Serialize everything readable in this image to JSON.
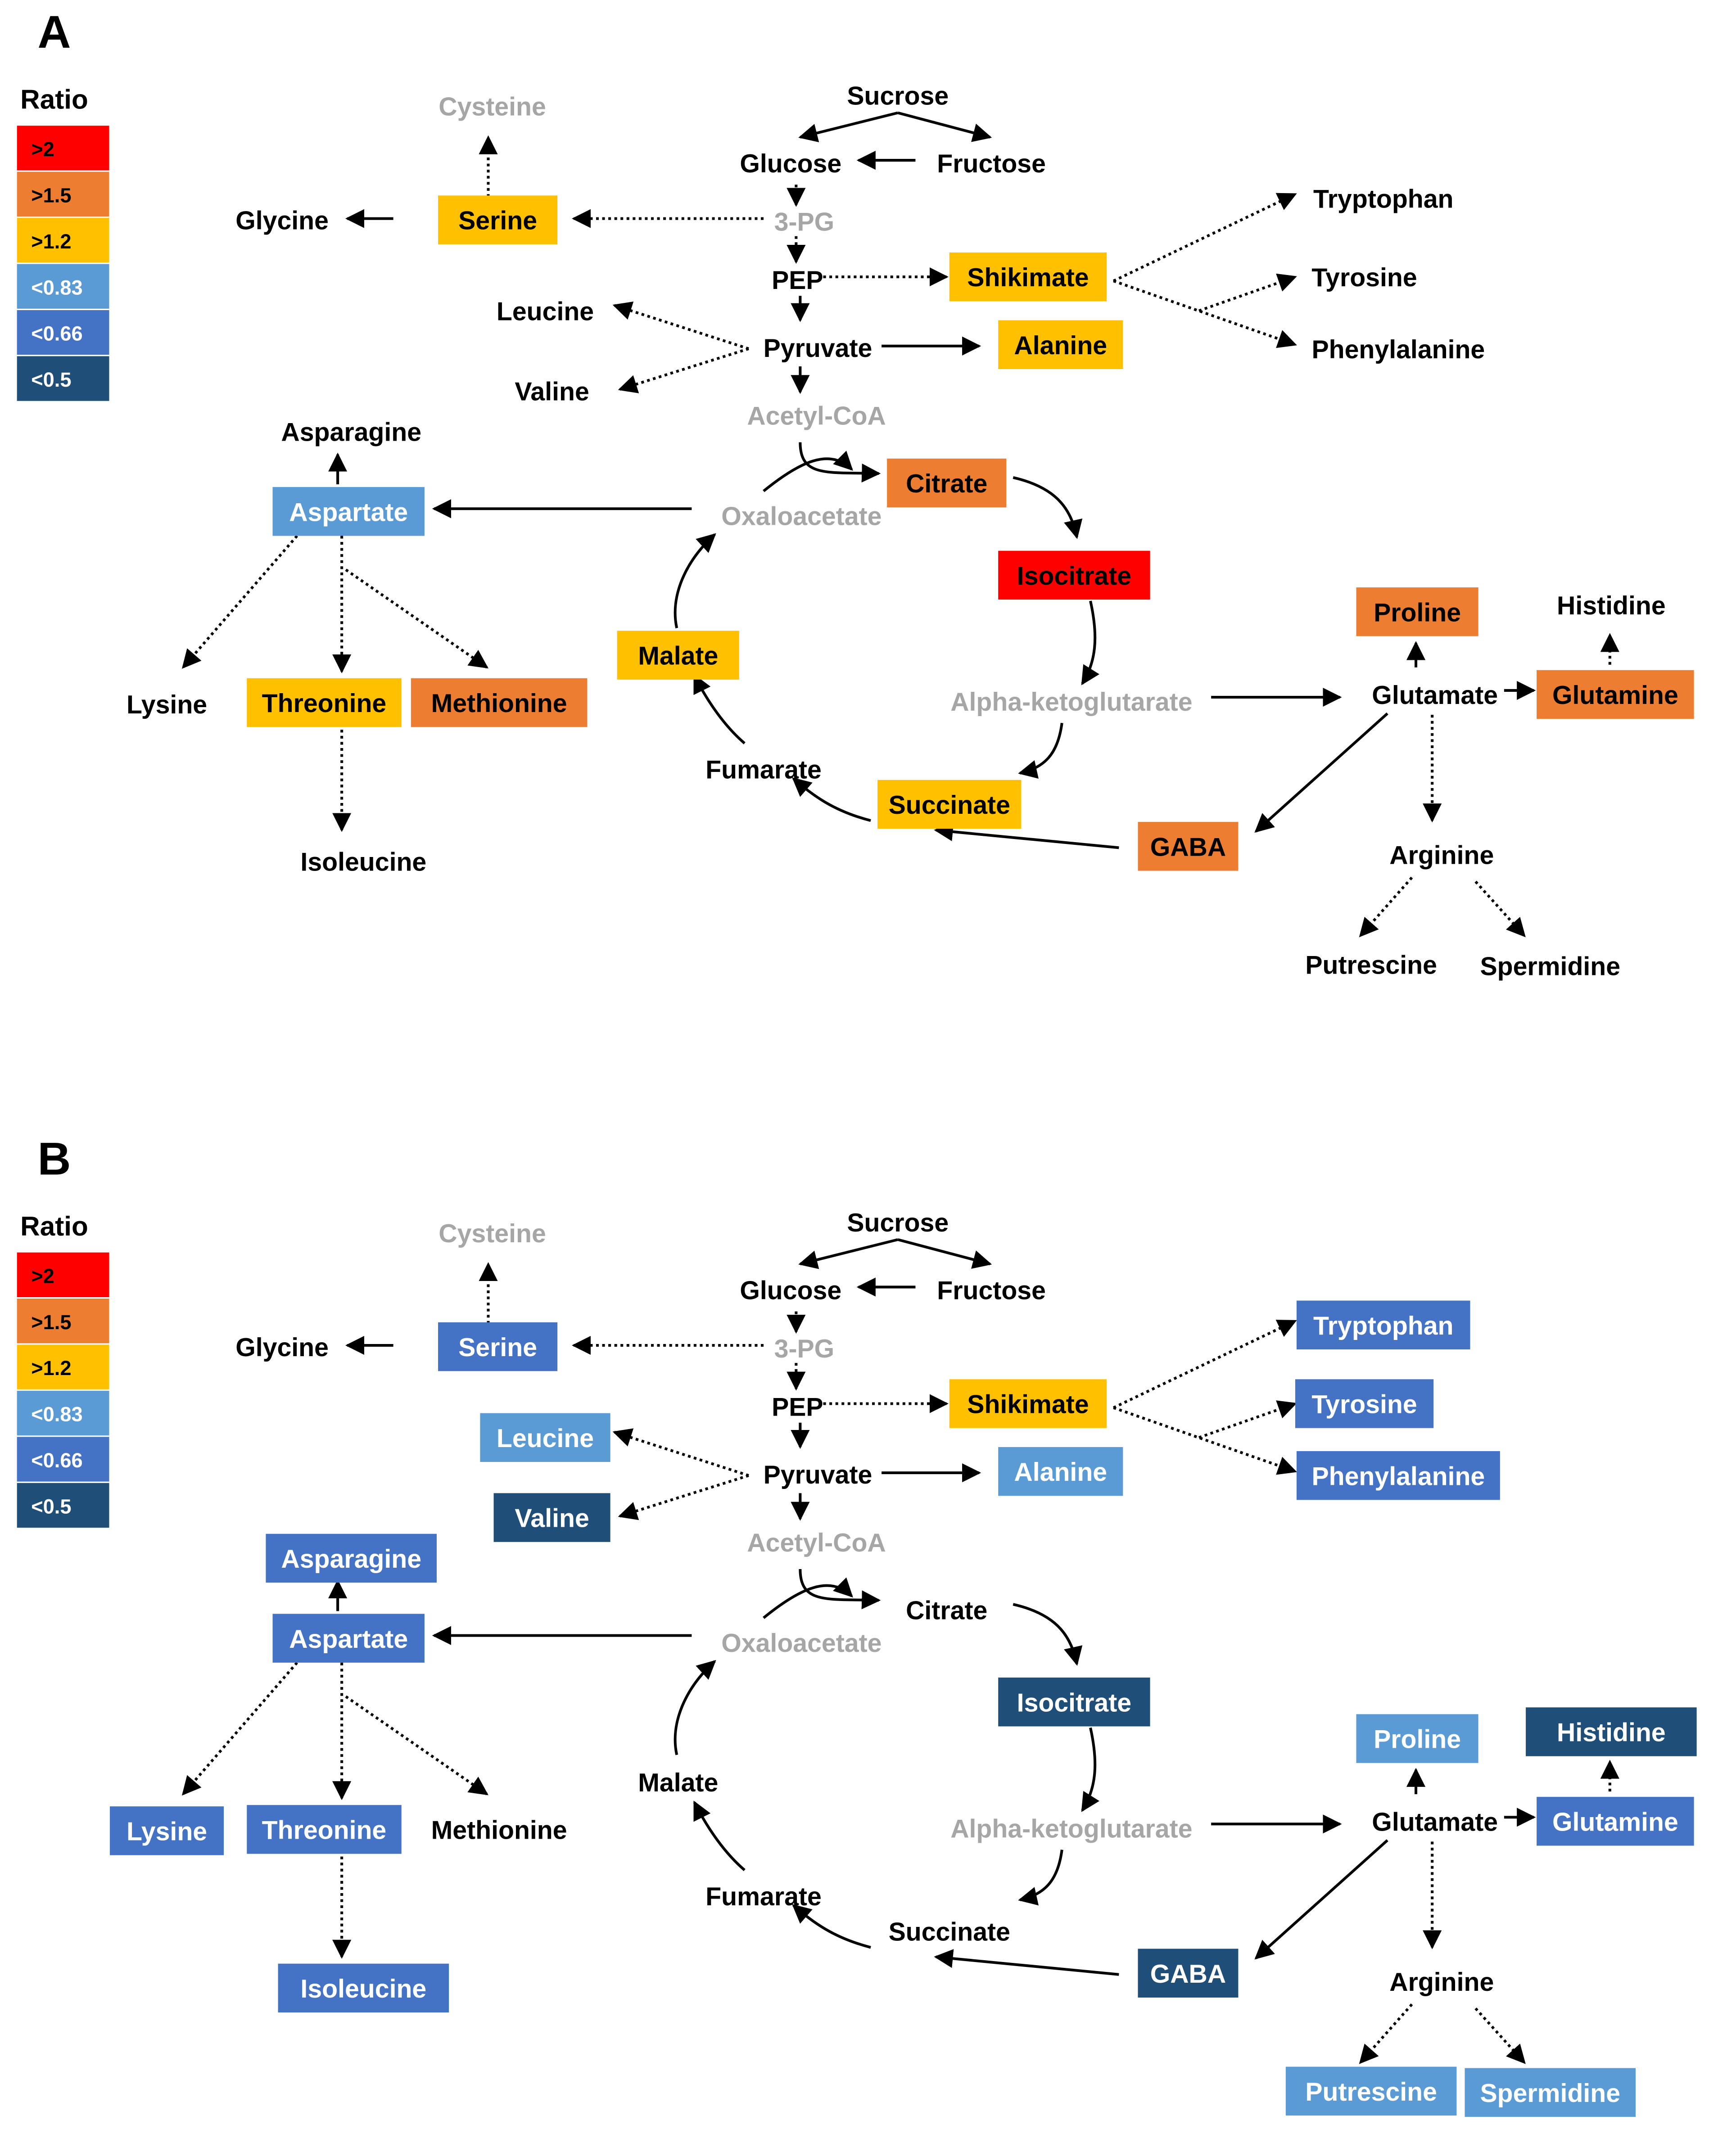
{
  "legend": {
    "title": "Ratio",
    "items": [
      {
        "key": "r2",
        "label": ">2",
        "color": "#FF0000"
      },
      {
        "key": "r15",
        "label": ">1.5",
        "color": "#ED7D31"
      },
      {
        "key": "r12",
        "label": ">1.2",
        "color": "#FFC000"
      },
      {
        "key": "r083",
        "label": "<0.83",
        "color": "#5B9BD5"
      },
      {
        "key": "r066",
        "label": "<0.66",
        "color": "#4472C4"
      },
      {
        "key": "r05",
        "label": "<0.5",
        "color": "#1F4E79"
      }
    ]
  },
  "text_colors": {
    "normal": "#000000",
    "inactive": "#A6A6A6",
    "on_box": "#FFFFFF",
    "on_box_dark": "#000000"
  },
  "panels": [
    {
      "label": "A",
      "nodes": {
        "sucrose": "Sucrose",
        "glucose": "Glucose",
        "fructose": "Fructose",
        "cysteine": "Cysteine",
        "glycine": "Glycine",
        "serine": "Serine",
        "pg3": "3-PG",
        "pep": "PEP",
        "shikimate": "Shikimate",
        "tryptophan": "Tryptophan",
        "tyrosine": "Tyrosine",
        "phenylalanine": "Phenylalanine",
        "leucine": "Leucine",
        "valine": "Valine",
        "pyruvate": "Pyruvate",
        "alanine": "Alanine",
        "acetylcoa": "Acetyl-CoA",
        "asparagine": "Asparagine",
        "aspartate": "Aspartate",
        "oxaloacetate": "Oxaloacetate",
        "citrate": "Citrate",
        "isocitrate": "Isocitrate",
        "malate": "Malate",
        "akg": "Alpha-ketoglutarate",
        "proline": "Proline",
        "histidine": "Histidine",
        "glutamate": "Glutamate",
        "glutamine": "Glutamine",
        "lysine": "Lysine",
        "threonine": "Threonine",
        "methionine": "Methionine",
        "fumarate": "Fumarate",
        "succinate": "Succinate",
        "gaba": "GABA",
        "arginine": "Arginine",
        "isoleucine": "Isoleucine",
        "putrescine": "Putrescine",
        "spermidine": "Spermidine"
      },
      "ratios": {
        "serine": ">1.2",
        "shikimate": ">1.2",
        "alanine": ">1.2",
        "citrate": ">1.5",
        "isocitrate": ">2",
        "aspartate": "<0.83",
        "malate": ">1.2",
        "proline": ">1.5",
        "glutamine": ">1.5",
        "threonine": ">1.2",
        "methionine": ">1.5",
        "succinate": ">1.2",
        "gaba": ">1.5"
      }
    },
    {
      "label": "B",
      "nodes": {
        "sucrose": "Sucrose",
        "glucose": "Glucose",
        "fructose": "Fructose",
        "cysteine": "Cysteine",
        "glycine": "Glycine",
        "serine": "Serine",
        "pg3": "3-PG",
        "pep": "PEP",
        "shikimate": "Shikimate",
        "tryptophan": "Tryptophan",
        "tyrosine": "Tyrosine",
        "phenylalanine": "Phenylalanine",
        "leucine": "Leucine",
        "valine": "Valine",
        "pyruvate": "Pyruvate",
        "alanine": "Alanine",
        "acetylcoa": "Acetyl-CoA",
        "asparagine": "Asparagine",
        "aspartate": "Aspartate",
        "oxaloacetate": "Oxaloacetate",
        "citrate": "Citrate",
        "isocitrate": "Isocitrate",
        "malate": "Malate",
        "akg": "Alpha-ketoglutarate",
        "proline": "Proline",
        "histidine": "Histidine",
        "glutamate": "Glutamate",
        "glutamine": "Glutamine",
        "lysine": "Lysine",
        "threonine": "Threonine",
        "methionine": "Methionine",
        "fumarate": "Fumarate",
        "succinate": "Succinate",
        "gaba": "GABA",
        "arginine": "Arginine",
        "isoleucine": "Isoleucine",
        "putrescine": "Putrescine",
        "spermidine": "Spermidine"
      },
      "ratios": {
        "serine": "<0.66",
        "shikimate": ">1.2",
        "tryptophan": "<0.66",
        "tyrosine": "<0.66",
        "phenylalanine": "<0.66",
        "leucine": "<0.83",
        "valine": "<0.5",
        "alanine": "<0.83",
        "asparagine": "<0.66",
        "aspartate": "<0.66",
        "isocitrate": "<0.5",
        "proline": "<0.83",
        "histidine": "<0.5",
        "glutamine": "<0.66",
        "lysine": "<0.66",
        "threonine": "<0.66",
        "gaba": "<0.5",
        "isoleucine": "<0.66",
        "putrescine": "<0.83",
        "spermidine": "<0.83"
      }
    }
  ]
}
